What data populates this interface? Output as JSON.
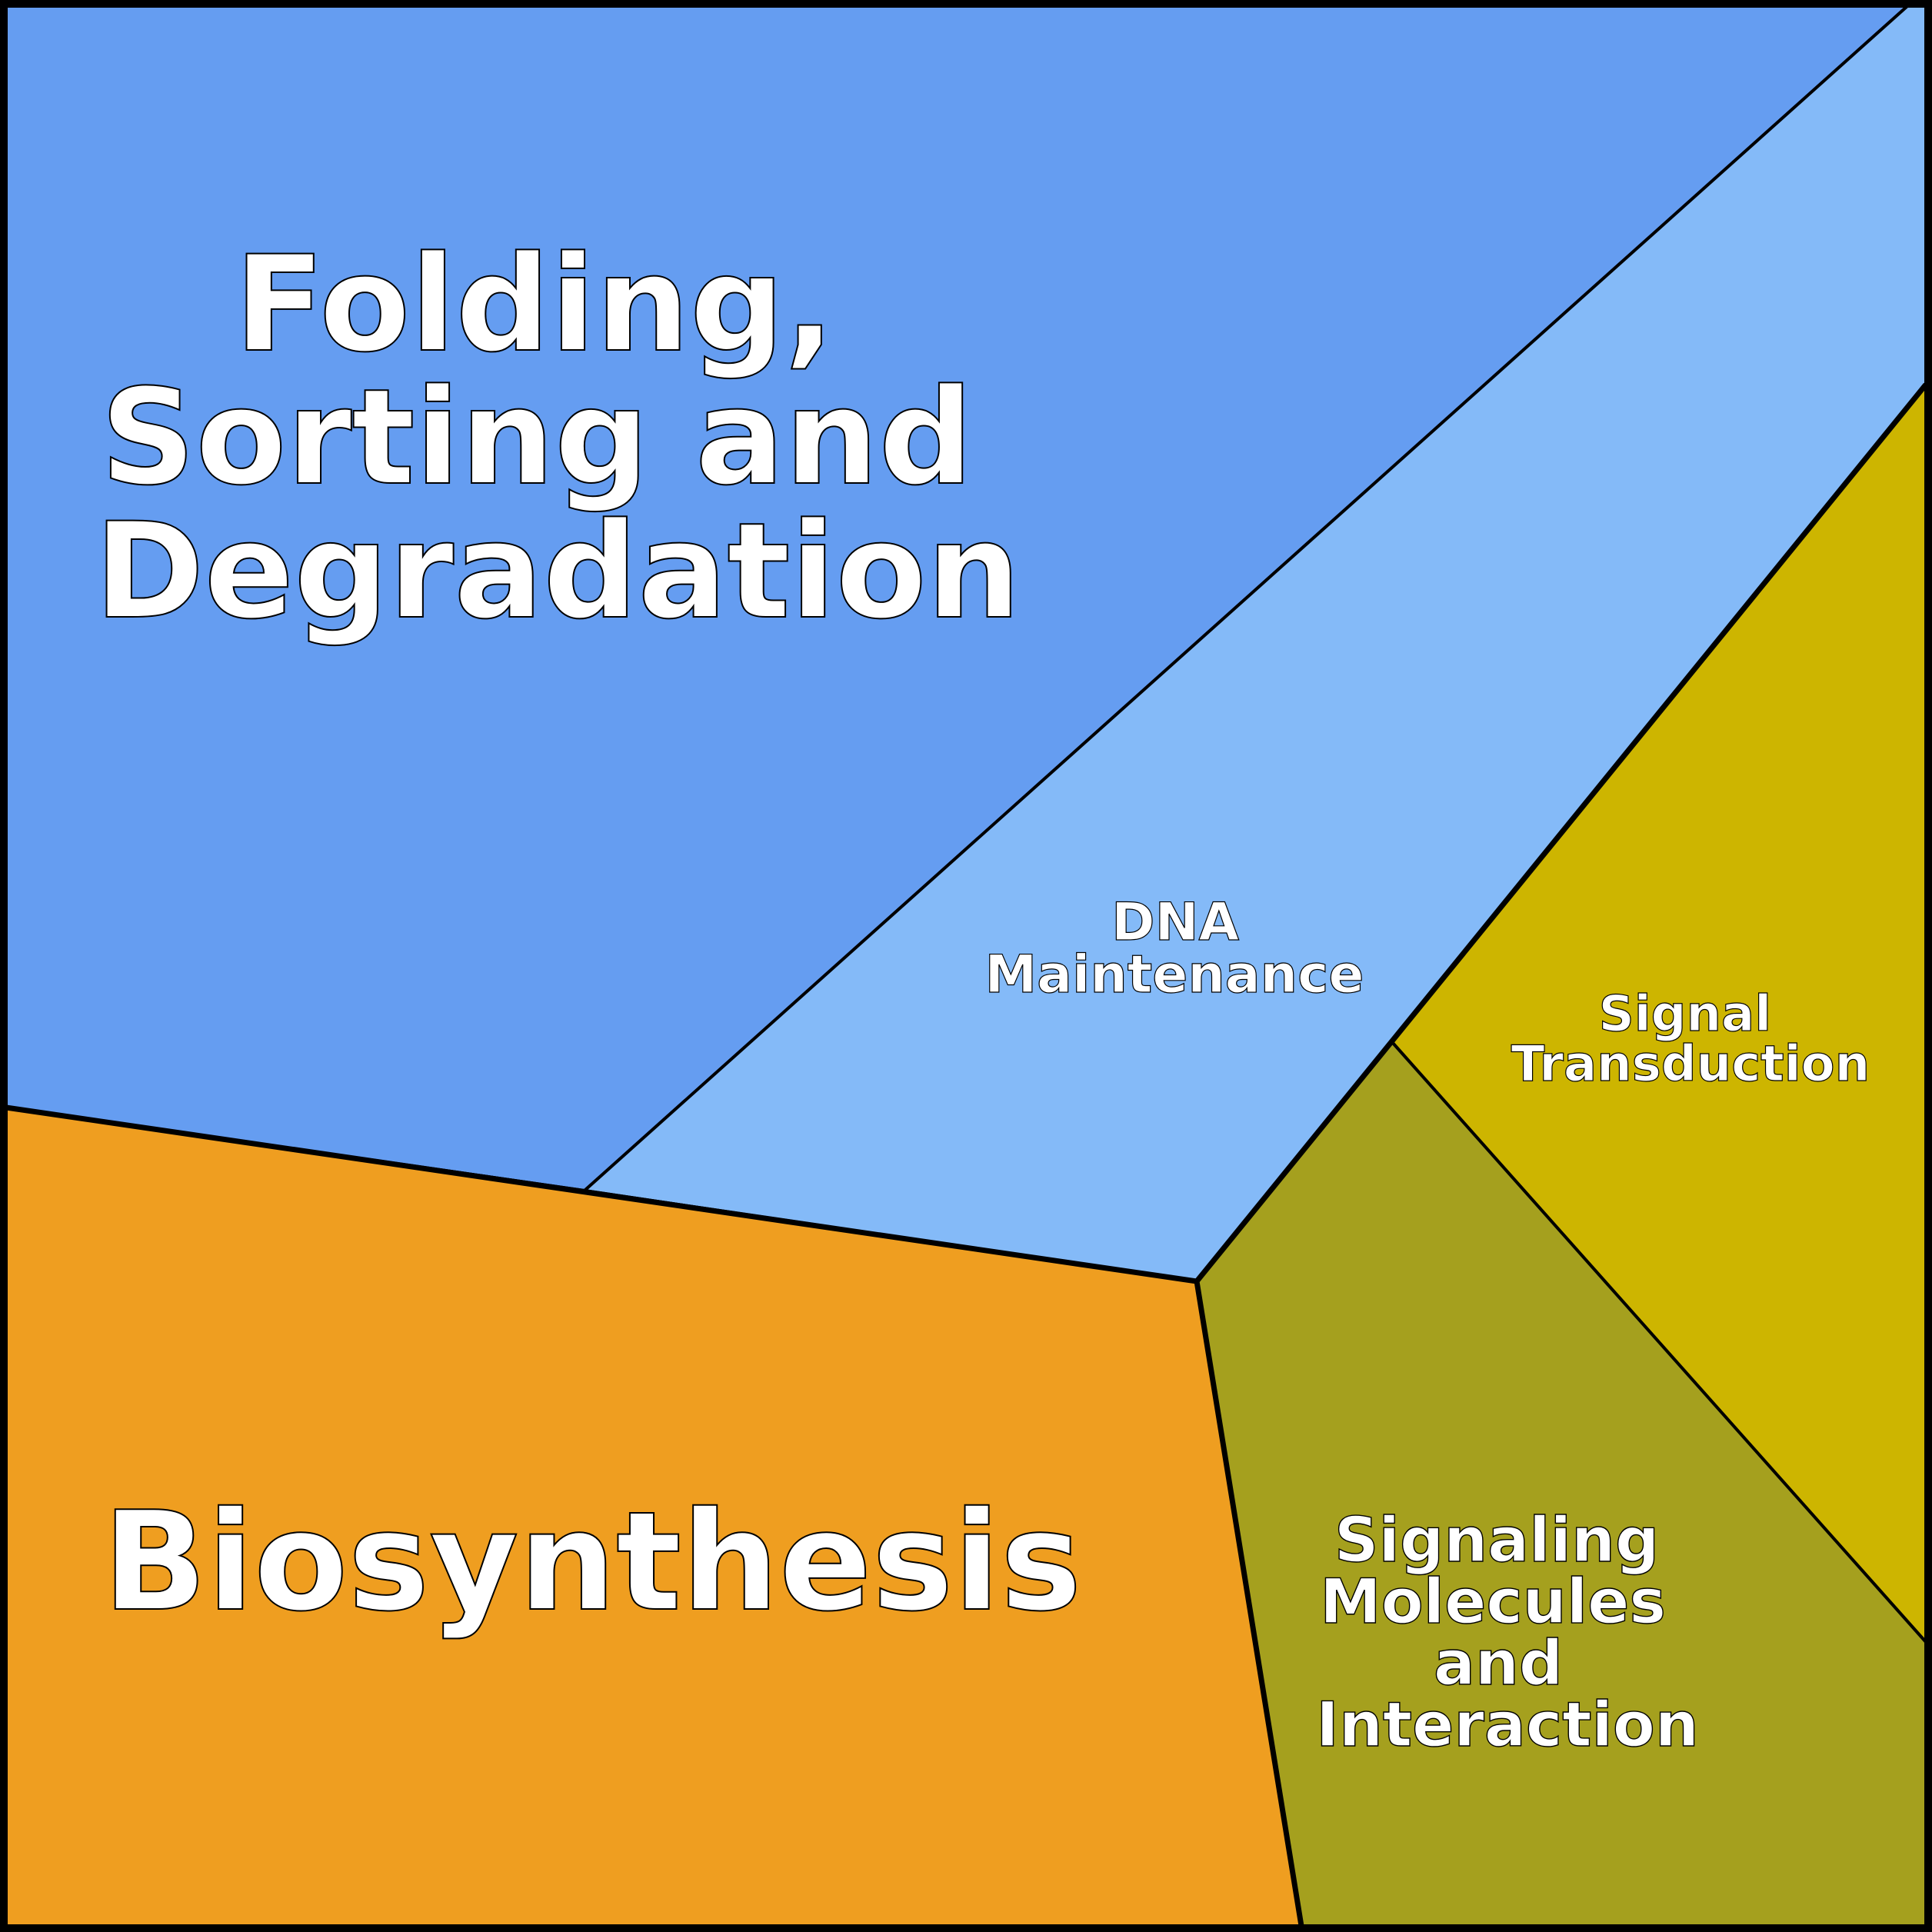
{
  "cells": [
    {
      "id": "folding",
      "lines": [
        "Folding,",
        "Sorting and",
        "Degradation"
      ],
      "color": "#659df1"
    },
    {
      "id": "dna",
      "lines": [
        "DNA",
        "Maintenance"
      ],
      "color": "#84baf8"
    },
    {
      "id": "signal-transduction",
      "lines": [
        "Signal",
        "Transduction"
      ],
      "color": "#cdb500"
    },
    {
      "id": "signaling-molecules",
      "lines": [
        "Signaling",
        "Molecules",
        "and",
        "Interaction"
      ],
      "color": "#a5a01e"
    },
    {
      "id": "biosynthesis",
      "lines": [
        "Biosynthesis"
      ],
      "color": "#ef9e20"
    }
  ]
}
